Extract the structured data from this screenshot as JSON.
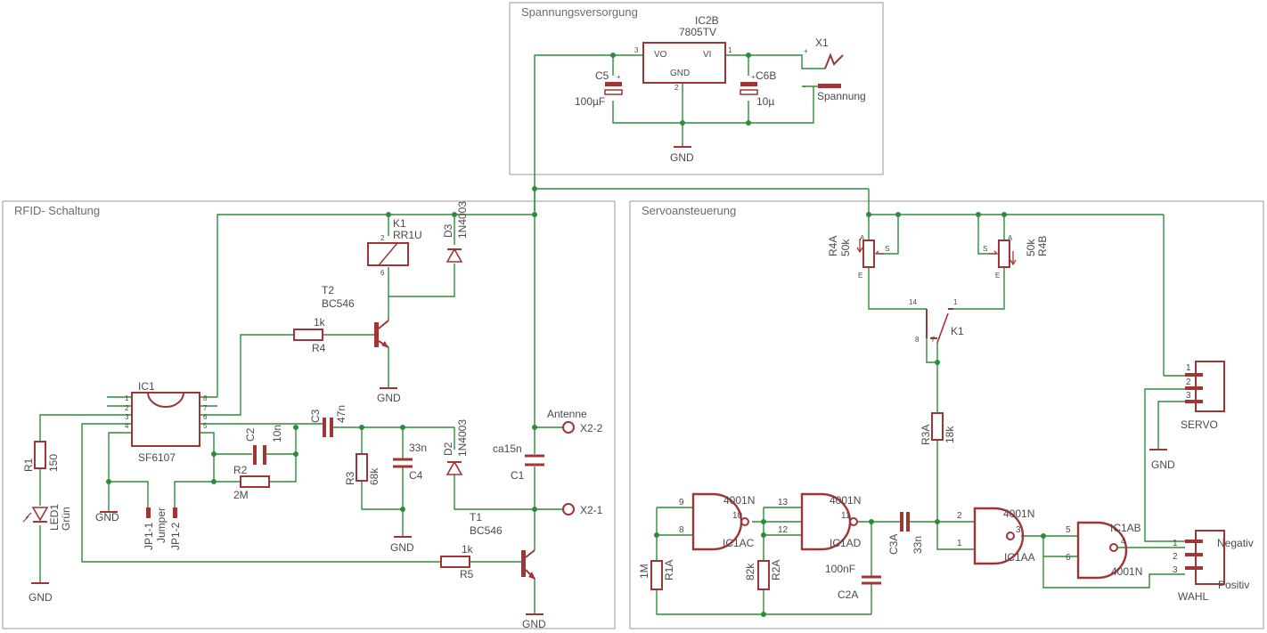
{
  "sections": {
    "power": "Spannungsversorgung",
    "rfid": "RFID- Schaltung",
    "servo": "Servoansteuerung"
  },
  "labels": {
    "ic2b": "IC2B",
    "ic2b_val": "7805TV",
    "vo": "VO",
    "vi": "VI",
    "gnd_pin": "GND",
    "c5": "C5",
    "c5_val": "100µF",
    "c6b": "C6B",
    "c6b_val": "10µ",
    "x1": "X1",
    "spannung": "Spannung",
    "gnd": "GND",
    "k1": "K1",
    "k1_val": "RR1U",
    "d3": "D3",
    "d3_val": "1N4003",
    "t2": "T2",
    "t2_val": "BC546",
    "r4_val": "1k",
    "r4": "R4",
    "ic1": "IC1",
    "ic1_val": "SF6107",
    "c2": "C2",
    "c2_val": "10n",
    "r2": "R2",
    "r2_val": "2M",
    "c3": "C3",
    "c3_val": "47n",
    "r3": "R3",
    "r3_val": "68k",
    "c4_val": "33n",
    "c4": "C4",
    "d2": "D2",
    "d2_val": "1N4003",
    "ca15n": "ca15n",
    "c1": "C1",
    "antenne": "Antenne",
    "x2_2": "X2-2",
    "x2_1": "X2-1",
    "t1": "T1",
    "t1_val": "BC546",
    "r5_val": "1k",
    "r5": "R5",
    "r1": "R1",
    "r1_val": "150",
    "led1": "LED1",
    "led1_val": "Grün",
    "jp1_1": "JP1-1",
    "jumper": "Jumper",
    "jp1_2": "JP1-2",
    "r4a": "R4A",
    "r4a_val": "50k",
    "r4b": "R4B",
    "r4b_val": "50k",
    "k1s": "K1",
    "r3a": "R3A",
    "r3a_val": "18k",
    "servo": "SERVO",
    "ic1ac": "IC1AC",
    "ic1ad": "IC1AD",
    "ic1aa": "IC1AA",
    "ic1ab": "IC1AB",
    "g4001_1": "4001N",
    "g4001_2": "4001N",
    "g4001_3": "4001N",
    "g4001_4": "4001N",
    "r1a": "R1A",
    "r1a_val": "1M",
    "r2a": "R2A",
    "r2a_val": "82k",
    "c2a": "C2A",
    "c2a_val": "100nF",
    "c3a": "C3A",
    "c3a_val": "33n",
    "negativ": "Negativ",
    "positiv": "Positiv",
    "wahl": "WAHL"
  }
}
